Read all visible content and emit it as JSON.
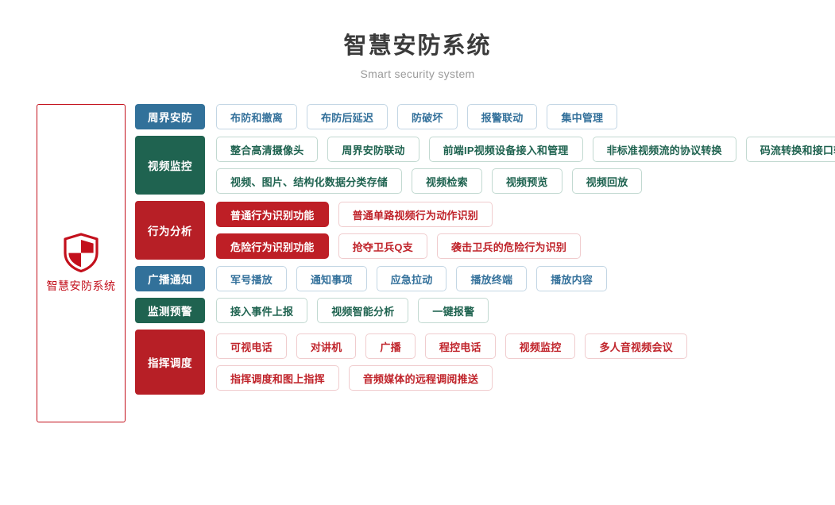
{
  "header": {
    "title": "智慧安防系统",
    "subtitle": "Smart security system"
  },
  "brand": {
    "icon": "shield-icon",
    "label": "智慧安防系统",
    "border_color": "#c3101c",
    "icon_color": "#c3101c"
  },
  "colors": {
    "blue": "#32719a",
    "green": "#1f6350",
    "red": "#b71f26",
    "red_filled": "#be1f26",
    "title": "#3b3b3b",
    "subtitle": "#9b9b9b"
  },
  "rows": [
    {
      "category": "周界安防",
      "color": "blue",
      "lines": [
        [
          {
            "label": "布防和撤离",
            "style": "blue"
          },
          {
            "label": "布防后延迟",
            "style": "blue"
          },
          {
            "label": "防破坏",
            "style": "blue"
          },
          {
            "label": "报警联动",
            "style": "blue"
          },
          {
            "label": "集中管理",
            "style": "blue"
          }
        ]
      ]
    },
    {
      "category": "视频监控",
      "color": "green",
      "lines": [
        [
          {
            "label": "整合高清摄像头",
            "style": "green"
          },
          {
            "label": "周界安防联动",
            "style": "green"
          },
          {
            "label": "前端IP视频设备接入和管理",
            "style": "green"
          },
          {
            "label": "非标准视频流的协议转换",
            "style": "green"
          },
          {
            "label": "码流转换和接口转换",
            "style": "green"
          }
        ],
        [
          {
            "label": "视频、图片、结构化数据分类存储",
            "style": "green"
          },
          {
            "label": "视频检索",
            "style": "green"
          },
          {
            "label": "视频预览",
            "style": "green"
          },
          {
            "label": "视频回放",
            "style": "green"
          }
        ]
      ]
    },
    {
      "category": "行为分析",
      "color": "red",
      "lines": [
        [
          {
            "label": "普通行为识别功能",
            "style": "red-filled"
          },
          {
            "label": "普通单路视频行为动作识别",
            "style": "red"
          }
        ],
        [
          {
            "label": "危险行为识别功能",
            "style": "red-filled"
          },
          {
            "label": "抢夺卫兵Q支",
            "style": "red"
          },
          {
            "label": "袭击卫兵的危险行为识别",
            "style": "red"
          }
        ]
      ]
    },
    {
      "category": "广播通知",
      "color": "blue",
      "lines": [
        [
          {
            "label": "军号播放",
            "style": "blue"
          },
          {
            "label": "通知事项",
            "style": "blue"
          },
          {
            "label": "应急拉动",
            "style": "blue"
          },
          {
            "label": "播放终端",
            "style": "blue"
          },
          {
            "label": "播放内容",
            "style": "blue"
          }
        ]
      ]
    },
    {
      "category": "监测预警",
      "color": "green",
      "lines": [
        [
          {
            "label": "接入事件上报",
            "style": "green"
          },
          {
            "label": "视频智能分析",
            "style": "green"
          },
          {
            "label": "一键报警",
            "style": "green"
          }
        ]
      ]
    },
    {
      "category": "指挥调度",
      "color": "red",
      "lines": [
        [
          {
            "label": "可视电话",
            "style": "red"
          },
          {
            "label": "对讲机",
            "style": "red"
          },
          {
            "label": "广播",
            "style": "red"
          },
          {
            "label": "程控电话",
            "style": "red"
          },
          {
            "label": "视频监控",
            "style": "red"
          },
          {
            "label": "多人音视频会议",
            "style": "red"
          }
        ],
        [
          {
            "label": "指挥调度和图上指挥",
            "style": "red"
          },
          {
            "label": "音频媒体的远程调阅推送",
            "style": "red"
          }
        ]
      ]
    }
  ]
}
